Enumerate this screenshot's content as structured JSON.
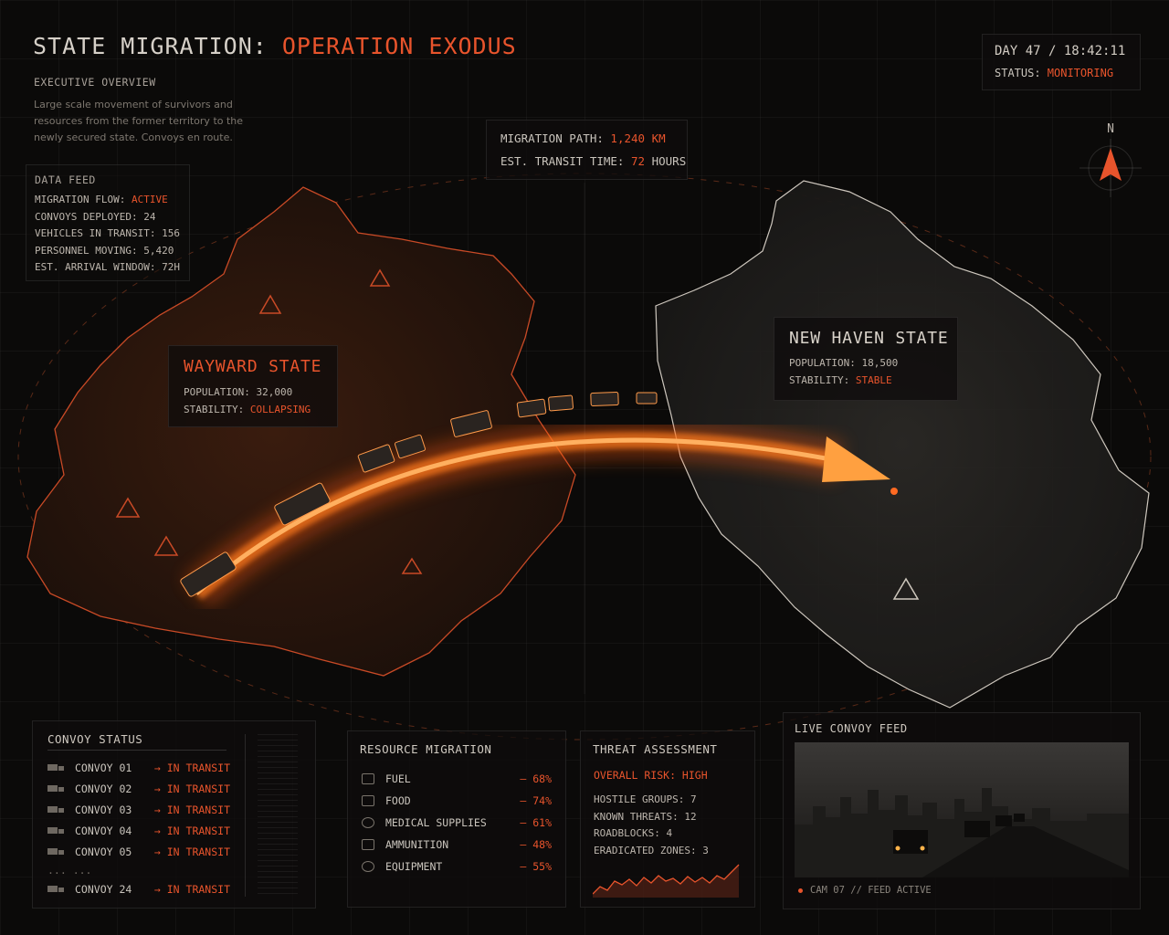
{
  "header": {
    "title_prefix": "STATE MIGRATION: ",
    "title_accent": "OPERATION EXODUS",
    "subtitle": "EXECUTIVE OVERVIEW",
    "description": "Large scale movement of survivors and resources from the former territory to the newly secured state. Convoys en route."
  },
  "clock": {
    "day": "DAY 47 / 18:42:11",
    "status_label": "STATUS: ",
    "status_value": "MONITORING"
  },
  "compass": {
    "label": "N"
  },
  "data_feed": {
    "title": "DATA FEED",
    "migration_flow_label": "MIGRATION FLOW: ",
    "migration_flow_value": "ACTIVE",
    "lines": [
      "CONVOYS DEPLOYED: 24",
      "VEHICLES IN TRANSIT: 156",
      "PERSONNEL MOVING: 5,420",
      "EST. ARRIVAL WINDOW: 72H"
    ]
  },
  "migration_path": {
    "path_label": "MIGRATION PATH: ",
    "path_value": "1,240 KM",
    "transit_label": "EST. TRANSIT TIME: ",
    "transit_value": "72",
    "transit_unit": " HOURS"
  },
  "wayward": {
    "name": "WAYWARD STATE",
    "population": "POPULATION: 32,000",
    "stability_label": "STABILITY: ",
    "stability_value": "COLLAPSING"
  },
  "new_haven": {
    "name": "NEW HAVEN STATE",
    "population": "POPULATION: 18,500",
    "stability_label": "STABILITY: ",
    "stability_value": "STABLE"
  },
  "convoy_status": {
    "title": "CONVOY STATUS",
    "status_text": "→ IN TRANSIT",
    "convoys": [
      "CONVOY 01",
      "CONVOY 02",
      "CONVOY 03",
      "CONVOY 04",
      "CONVOY 05"
    ],
    "ellipsis": "... ...",
    "last_convoy": "CONVOY 24"
  },
  "resources": {
    "title": "RESOURCE MIGRATION",
    "items": [
      {
        "label": "FUEL",
        "value": "68%",
        "icon": "fuel-icon"
      },
      {
        "label": "FOOD",
        "value": "74%",
        "icon": "food-icon"
      },
      {
        "label": "MEDICAL SUPPLIES",
        "value": "61%",
        "icon": "medical-icon"
      },
      {
        "label": "AMMUNITION",
        "value": "48%",
        "icon": "ammunition-icon"
      },
      {
        "label": "EQUIPMENT",
        "value": "55%",
        "icon": "equipment-icon"
      }
    ]
  },
  "threat": {
    "title": "THREAT ASSESSMENT",
    "risk": "OVERALL RISK: HIGH",
    "lines": [
      "HOSTILE GROUPS: 7",
      "KNOWN THREATS: 12",
      "ROADBLOCKS: 4",
      "ERADICATED ZONES: 3"
    ]
  },
  "feed": {
    "title": "LIVE CONVOY FEED",
    "caption": "CAM 07 // FEED ACTIVE"
  },
  "colors": {
    "accent": "#e8542c",
    "glow": "#ff7a1a",
    "text": "#c9c4bc"
  }
}
